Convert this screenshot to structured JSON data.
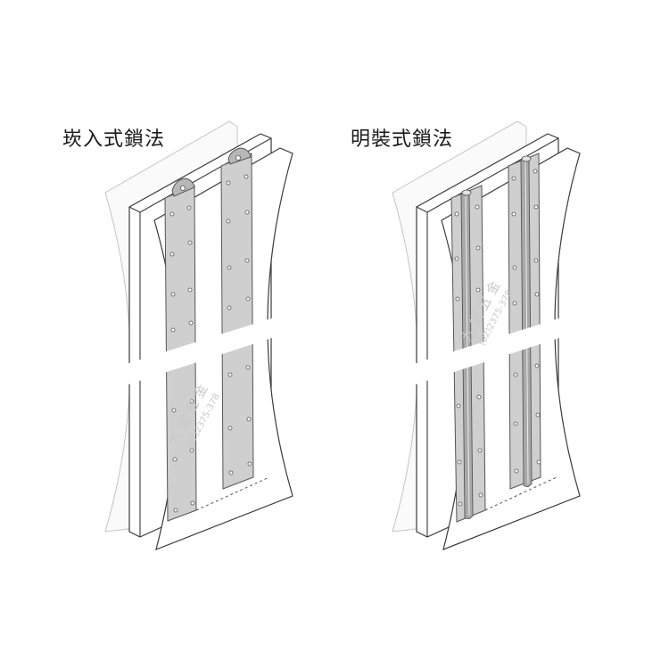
{
  "titles": {
    "left": "崁入式鎖法",
    "right": "明裝式鎖法"
  },
  "watermark": {
    "name": "九 宏 五 金",
    "phone": "(02)2375-378"
  },
  "colors": {
    "line": "#3a3a3a",
    "metal": "#cfcfcf",
    "metal_dark": "#a9a9a9",
    "ghost": "#bdbdbd"
  }
}
